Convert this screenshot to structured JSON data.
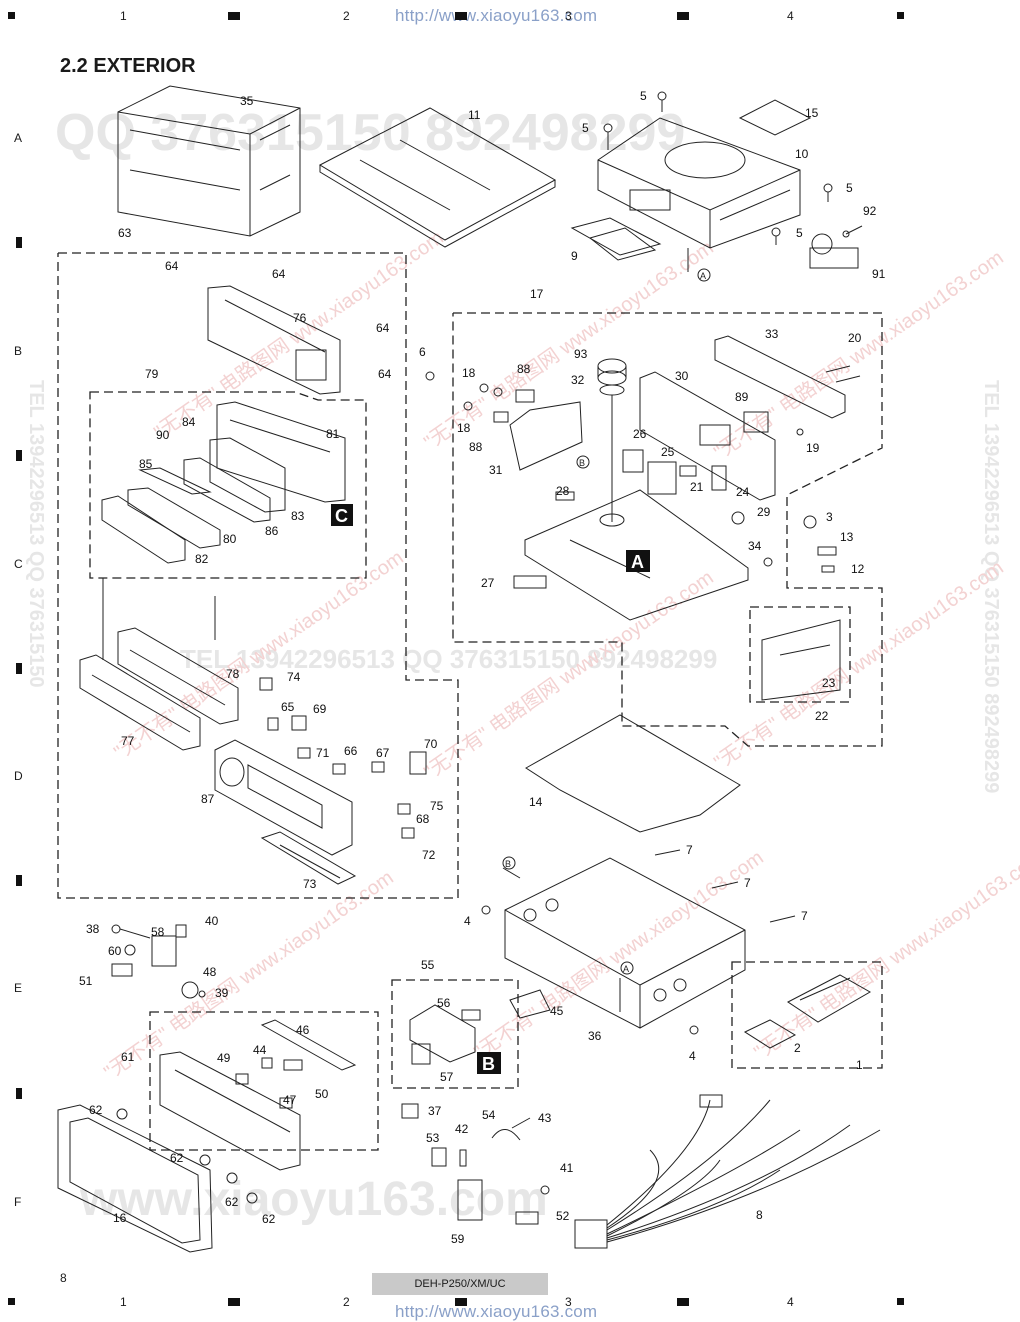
{
  "header_url": "http://www.xiaoyu163.com",
  "footer_url": "http://www.xiaoyu163.com",
  "section_title": "2.2 EXTERIOR",
  "column_markers": [
    "1",
    "2",
    "3",
    "4"
  ],
  "row_markers": [
    "A",
    "B",
    "C",
    "D",
    "E",
    "F"
  ],
  "footer_model": "DEH-P250/XM/UC",
  "page_number": "8",
  "watermarks": {
    "qq_top": "QQ 376315150   892498299",
    "qq_mid": "TEL 13942296513   QQ 376315150   892498299",
    "side_right": "TEL 13942296513   QQ 376315150   892498299",
    "side_left": "TEL 13942296513   QQ 376315150",
    "site_bottom": "www.xiaoyu163.com",
    "cn_text": "\"无不有\" 电路图网  www.xiaoyu163.com"
  },
  "group_labels": {
    "A": "A",
    "B": "B",
    "C": "C"
  },
  "arrow_refs": {
    "A": "A",
    "B": "B"
  },
  "callouts": [
    {
      "id": "c35",
      "text": "35"
    },
    {
      "id": "c11",
      "text": "11"
    },
    {
      "id": "c5a",
      "text": "5"
    },
    {
      "id": "c5b",
      "text": "5"
    },
    {
      "id": "c15",
      "text": "15"
    },
    {
      "id": "c10",
      "text": "10"
    },
    {
      "id": "c5c",
      "text": "5"
    },
    {
      "id": "c92",
      "text": "92"
    },
    {
      "id": "c5d",
      "text": "5"
    },
    {
      "id": "c9",
      "text": "9"
    },
    {
      "id": "c91",
      "text": "91"
    },
    {
      "id": "c63",
      "text": "63"
    },
    {
      "id": "c64a",
      "text": "64"
    },
    {
      "id": "c64b",
      "text": "64"
    },
    {
      "id": "c76",
      "text": "76"
    },
    {
      "id": "c64c",
      "text": "64"
    },
    {
      "id": "c64d",
      "text": "64"
    },
    {
      "id": "c79",
      "text": "79"
    },
    {
      "id": "c84",
      "text": "84"
    },
    {
      "id": "c90",
      "text": "90"
    },
    {
      "id": "c81",
      "text": "81"
    },
    {
      "id": "c85",
      "text": "85"
    },
    {
      "id": "c83",
      "text": "83"
    },
    {
      "id": "c86",
      "text": "86"
    },
    {
      "id": "c80",
      "text": "80"
    },
    {
      "id": "c82",
      "text": "82"
    },
    {
      "id": "c17",
      "text": "17"
    },
    {
      "id": "c6",
      "text": "6"
    },
    {
      "id": "c18a",
      "text": "18"
    },
    {
      "id": "c88a",
      "text": "88"
    },
    {
      "id": "c93",
      "text": "93"
    },
    {
      "id": "c32",
      "text": "32"
    },
    {
      "id": "c30",
      "text": "30"
    },
    {
      "id": "c33",
      "text": "33"
    },
    {
      "id": "c20",
      "text": "20"
    },
    {
      "id": "c18b",
      "text": "18"
    },
    {
      "id": "c88b",
      "text": "88"
    },
    {
      "id": "c89",
      "text": "89"
    },
    {
      "id": "c19",
      "text": "19"
    },
    {
      "id": "c26",
      "text": "26"
    },
    {
      "id": "c25",
      "text": "25"
    },
    {
      "id": "c31",
      "text": "31"
    },
    {
      "id": "c21",
      "text": "21"
    },
    {
      "id": "c24",
      "text": "24"
    },
    {
      "id": "c28",
      "text": "28"
    },
    {
      "id": "c29",
      "text": "29"
    },
    {
      "id": "c3",
      "text": "3"
    },
    {
      "id": "c13",
      "text": "13"
    },
    {
      "id": "c34",
      "text": "34"
    },
    {
      "id": "c12",
      "text": "12"
    },
    {
      "id": "c27",
      "text": "27"
    },
    {
      "id": "c78",
      "text": "78"
    },
    {
      "id": "c74",
      "text": "74"
    },
    {
      "id": "c77",
      "text": "77"
    },
    {
      "id": "c65",
      "text": "65"
    },
    {
      "id": "c69",
      "text": "69"
    },
    {
      "id": "c23",
      "text": "23"
    },
    {
      "id": "c22",
      "text": "22"
    },
    {
      "id": "c71",
      "text": "71"
    },
    {
      "id": "c66",
      "text": "66"
    },
    {
      "id": "c67",
      "text": "67"
    },
    {
      "id": "c70",
      "text": "70"
    },
    {
      "id": "c87",
      "text": "87"
    },
    {
      "id": "c75",
      "text": "75"
    },
    {
      "id": "c14",
      "text": "14"
    },
    {
      "id": "c68",
      "text": "68"
    },
    {
      "id": "c72",
      "text": "72"
    },
    {
      "id": "c73",
      "text": "73"
    },
    {
      "id": "c7a",
      "text": "7"
    },
    {
      "id": "c7b",
      "text": "7"
    },
    {
      "id": "c4a",
      "text": "4"
    },
    {
      "id": "c7c",
      "text": "7"
    },
    {
      "id": "c38",
      "text": "38"
    },
    {
      "id": "c40",
      "text": "40"
    },
    {
      "id": "c58",
      "text": "58"
    },
    {
      "id": "c60",
      "text": "60"
    },
    {
      "id": "c48",
      "text": "48"
    },
    {
      "id": "c51",
      "text": "51"
    },
    {
      "id": "c39",
      "text": "39"
    },
    {
      "id": "c55",
      "text": "55"
    },
    {
      "id": "c56",
      "text": "56"
    },
    {
      "id": "c45",
      "text": "45"
    },
    {
      "id": "c36",
      "text": "36"
    },
    {
      "id": "c4b",
      "text": "4"
    },
    {
      "id": "c46",
      "text": "46"
    },
    {
      "id": "c61",
      "text": "61"
    },
    {
      "id": "c49",
      "text": "49"
    },
    {
      "id": "c44",
      "text": "44"
    },
    {
      "id": "c50",
      "text": "50"
    },
    {
      "id": "c57",
      "text": "57"
    },
    {
      "id": "c2",
      "text": "2"
    },
    {
      "id": "c1",
      "text": "1"
    },
    {
      "id": "c47",
      "text": "47"
    },
    {
      "id": "c62a",
      "text": "62"
    },
    {
      "id": "c37",
      "text": "37"
    },
    {
      "id": "c54",
      "text": "54"
    },
    {
      "id": "c43",
      "text": "43"
    },
    {
      "id": "c42",
      "text": "42"
    },
    {
      "id": "c53",
      "text": "53"
    },
    {
      "id": "c62b",
      "text": "62"
    },
    {
      "id": "c41",
      "text": "41"
    },
    {
      "id": "c62c",
      "text": "62"
    },
    {
      "id": "c62d",
      "text": "62"
    },
    {
      "id": "c8",
      "text": "8"
    },
    {
      "id": "c16",
      "text": "16"
    },
    {
      "id": "c52",
      "text": "52"
    },
    {
      "id": "c59",
      "text": "59"
    }
  ]
}
